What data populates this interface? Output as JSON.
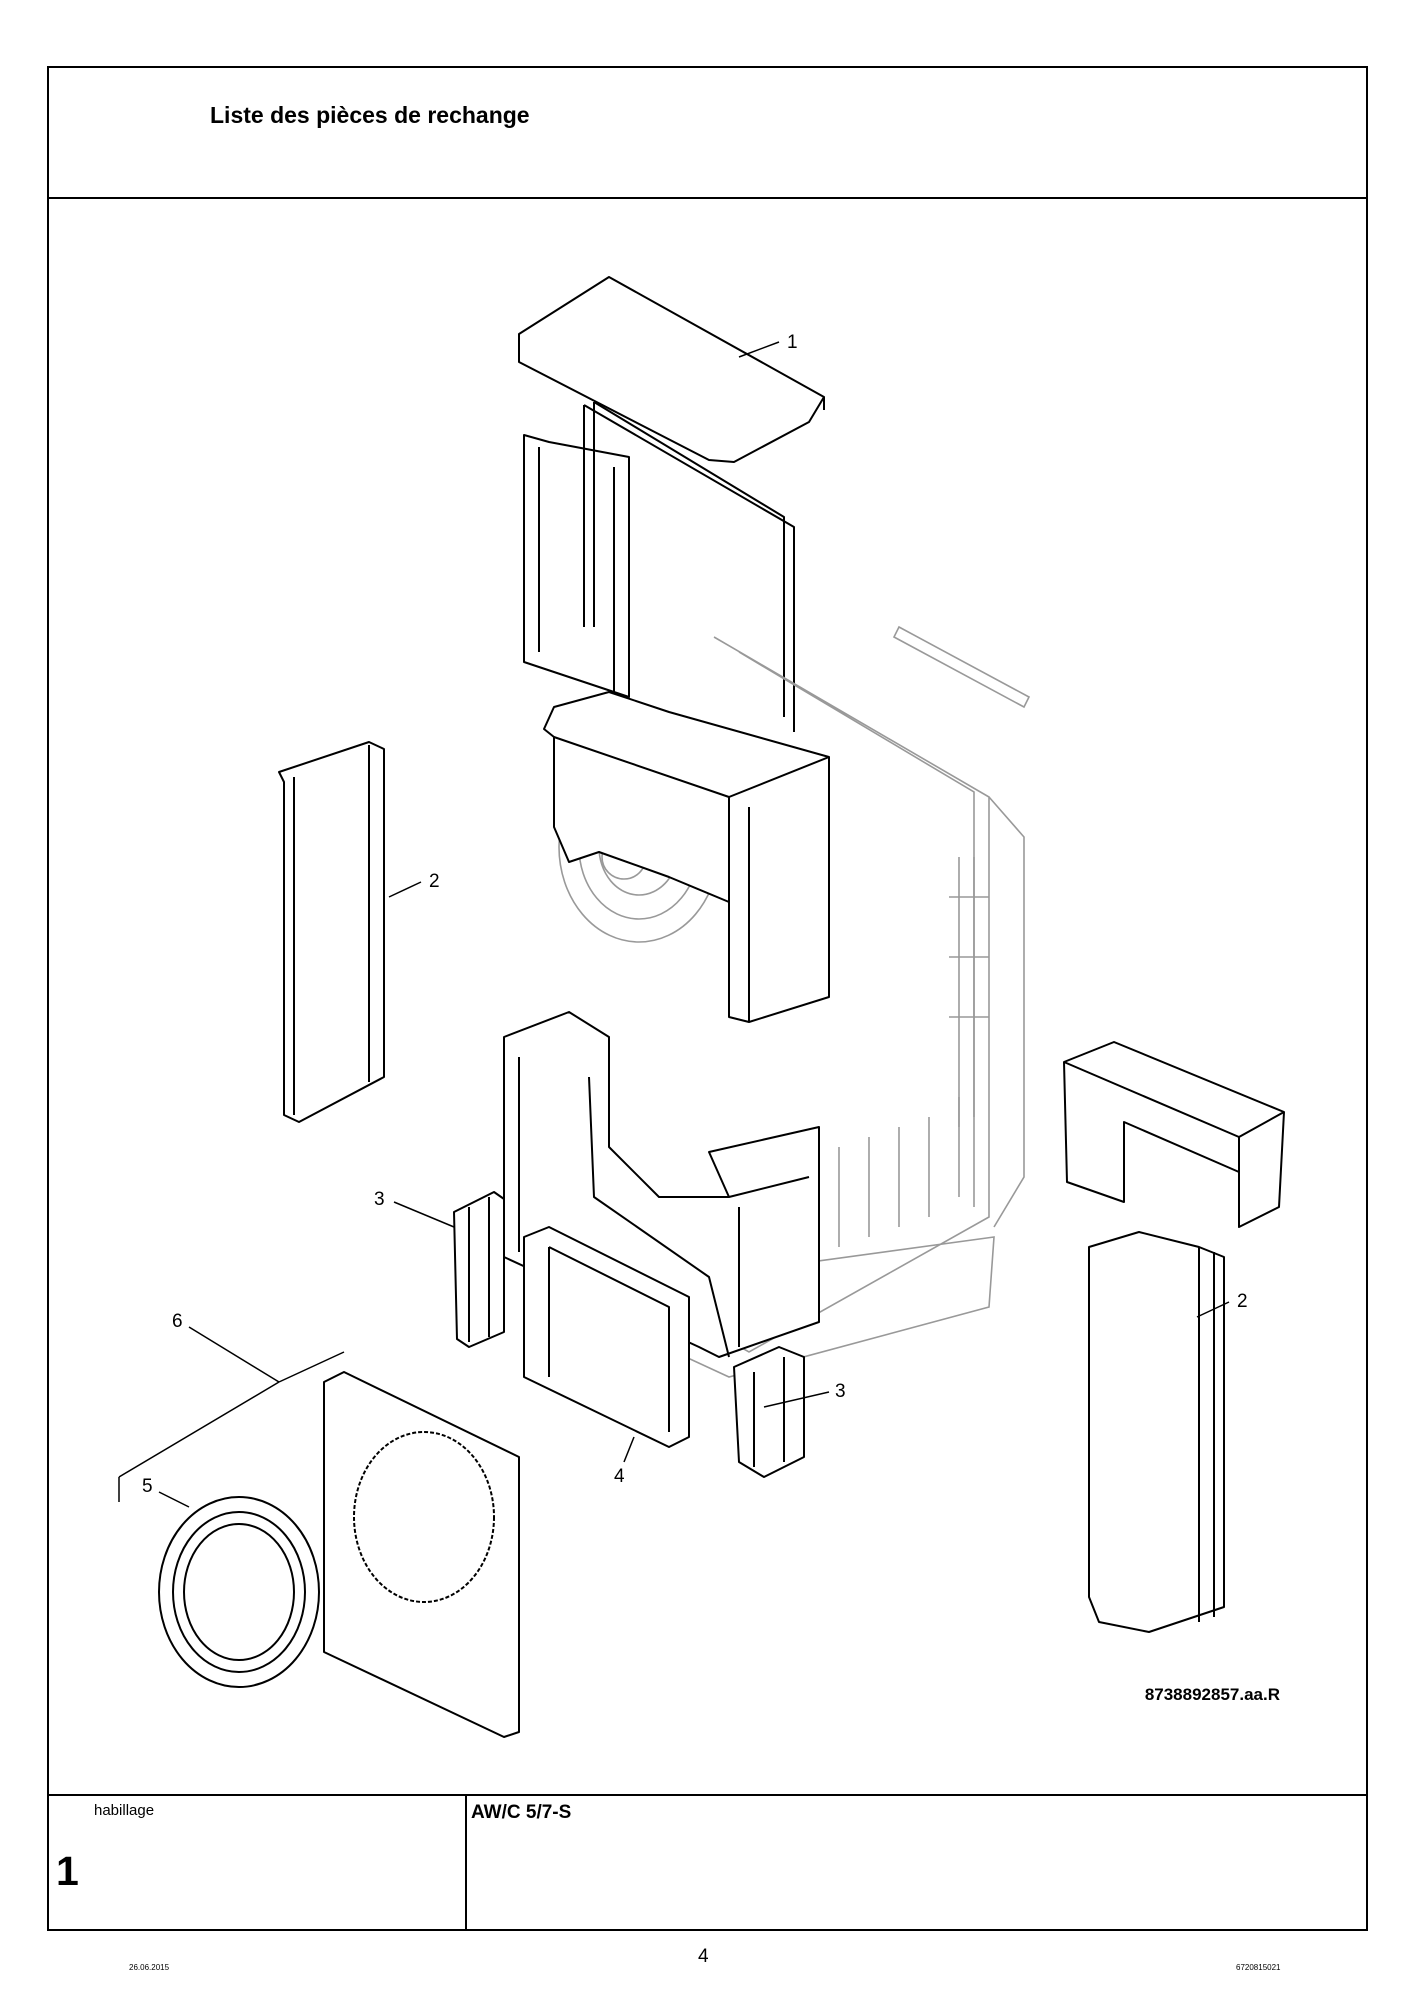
{
  "header": {
    "title": "Liste des pièces de rechange"
  },
  "drawing": {
    "reference": "8738892857.aa.R",
    "callouts": [
      "1",
      "2",
      "2",
      "3",
      "3",
      "4",
      "5",
      "6"
    ]
  },
  "footer_box": {
    "category": "habillage",
    "number": "1",
    "model": "AW/C 5/7-S"
  },
  "page_footer": {
    "date": "26.06.2015",
    "page": "4",
    "code": "6720815021"
  }
}
